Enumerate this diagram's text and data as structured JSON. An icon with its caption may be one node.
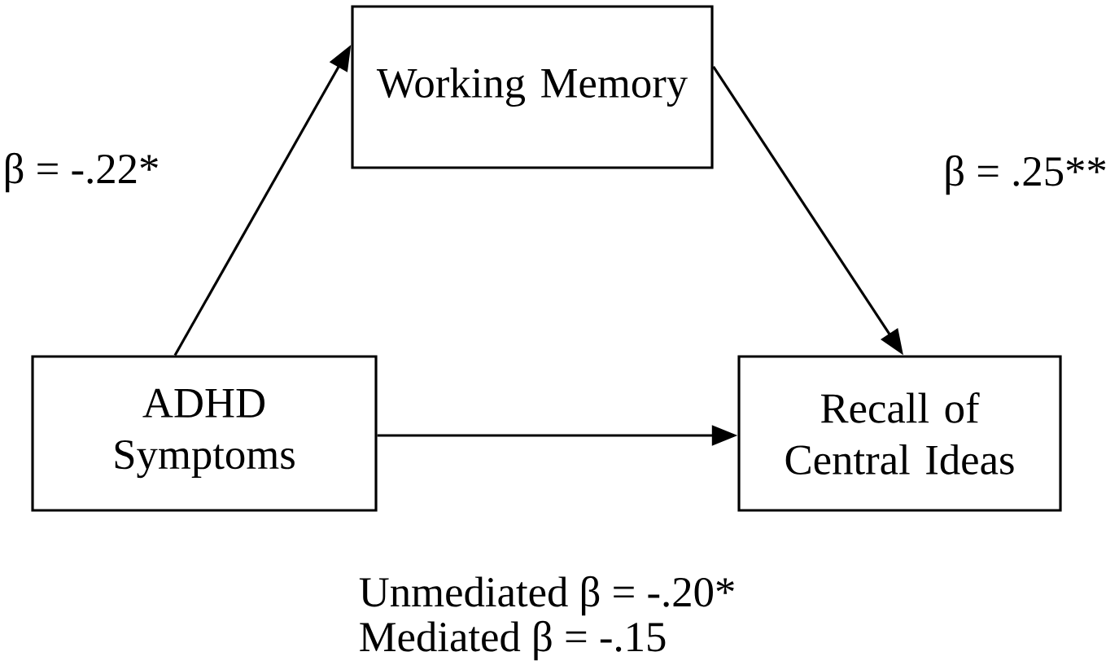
{
  "diagram": {
    "nodes": [
      {
        "text": [
          "ADHD Symptoms"
        ]
      },
      {
        "text": [
          "Working Memory"
        ]
      },
      {
        "text": [
          "Recall of Central Ideas"
        ]
      }
    ],
    "edges": [
      {
        "from": 0,
        "to": 1,
        "arrow": "to",
        "label": "β = -.22*"
      },
      {
        "from": 1,
        "to": 2,
        "arrow": "to",
        "label": "β = .25**"
      },
      {
        "from": 0,
        "to": 2,
        "arrow": "to"
      }
    ],
    "labels": [
      "Unmediated β = -.20*",
      "Mediated β = -.15"
    ]
  }
}
